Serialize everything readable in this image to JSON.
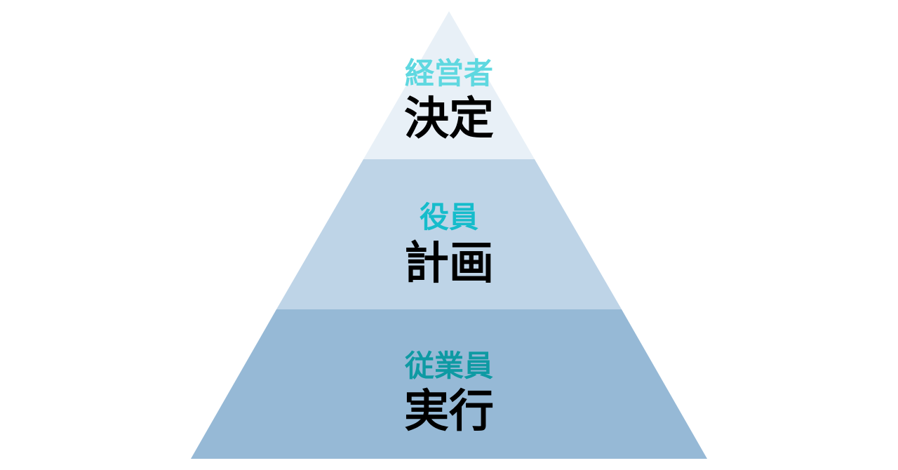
{
  "pyramid": {
    "tiers": [
      {
        "role": "経営者",
        "action": "決定",
        "fill_color": "#e8f0f7",
        "role_color": "#5fd8e0"
      },
      {
        "role": "役員",
        "action": "計画",
        "fill_color": "#bed4e7",
        "role_color": "#16bccb"
      },
      {
        "role": "従業員",
        "action": "実行",
        "fill_color": "#96b9d6",
        "role_color": "#0e9aa3"
      }
    ]
  }
}
